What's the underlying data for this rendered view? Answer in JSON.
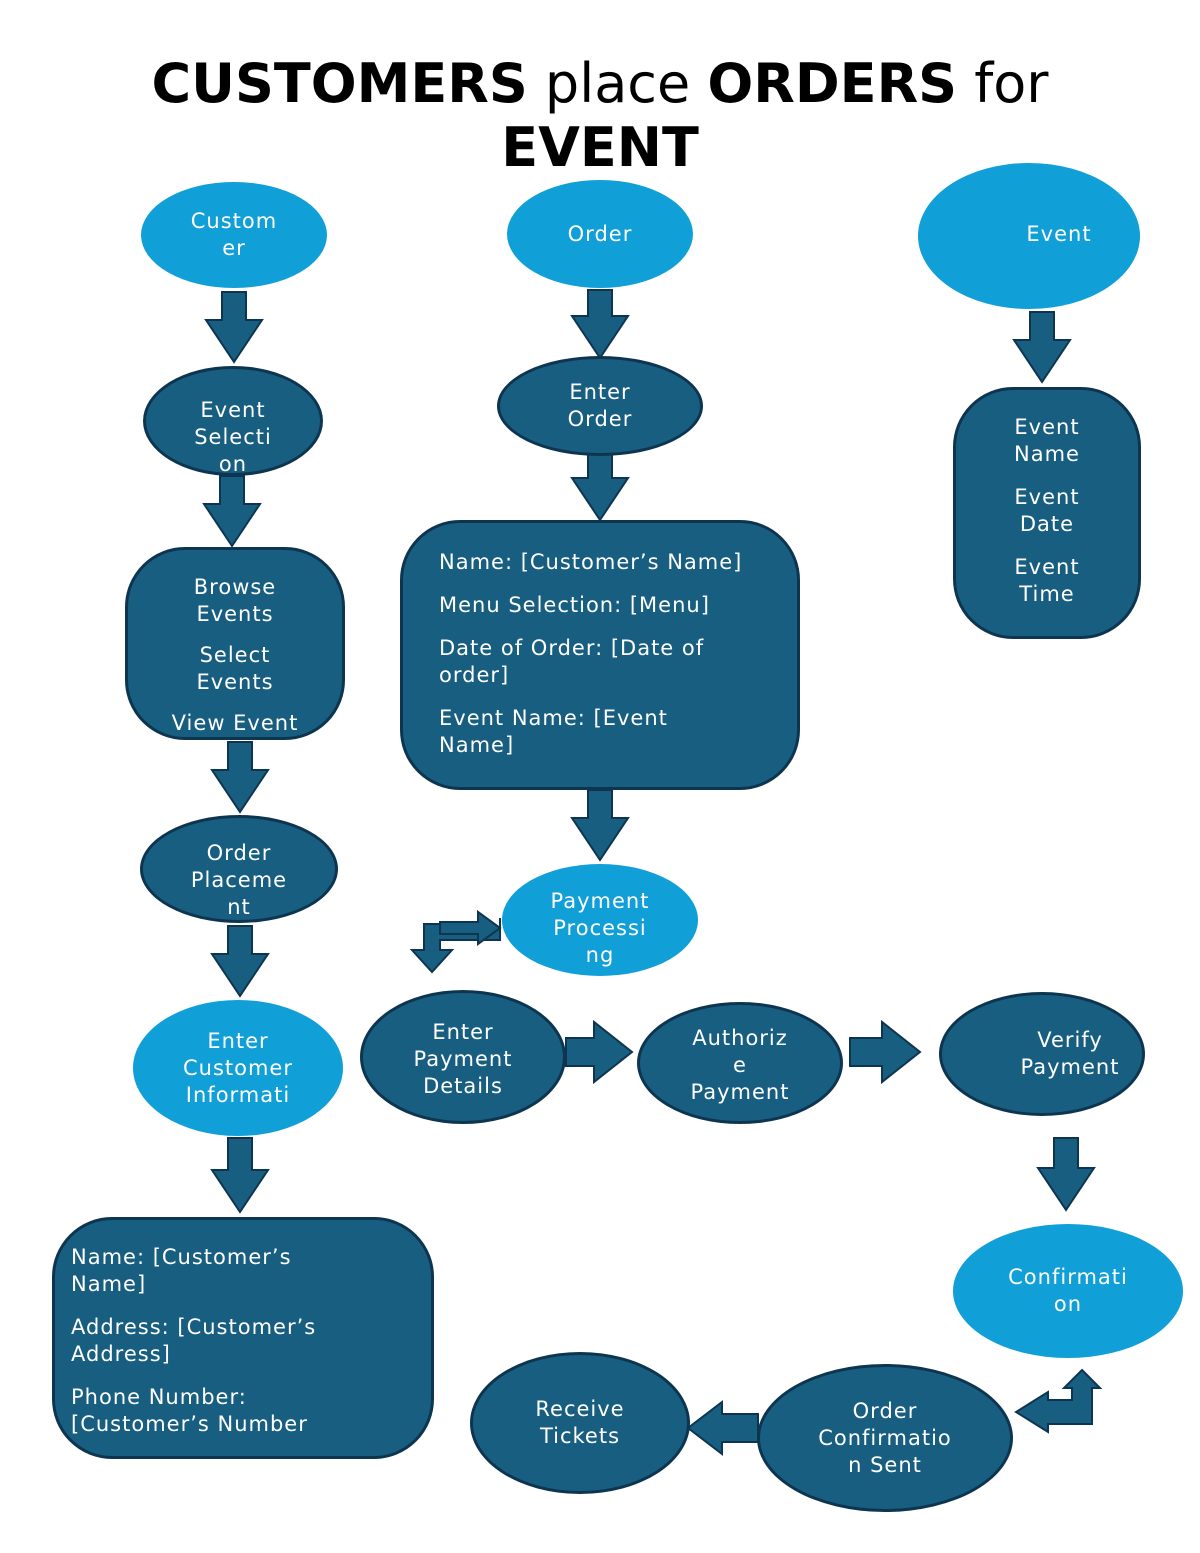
{
  "title": {
    "w1": "CUSTOMERS",
    "w2": " place ",
    "w3": "ORDERS",
    "w4": " for",
    "w5": "EVENT"
  },
  "nodes": {
    "customer": [
      "Custom",
      "er"
    ],
    "event_selection": [
      "Event",
      "Selecti",
      "on"
    ],
    "browse_box": [
      [
        "Browse",
        "Events"
      ],
      [
        "Select",
        "Events"
      ],
      [
        "View Event"
      ]
    ],
    "order_placement": [
      "Order",
      "Placeme",
      "nt"
    ],
    "enter_customer_info": [
      "Enter",
      "Customer",
      "Informati"
    ],
    "customer_info_box": [
      [
        "Name: [Customer’s",
        "Name]"
      ],
      [
        "Address: [Customer’s",
        "Address]"
      ],
      [
        "Phone Number:",
        "[Customer’s Number"
      ]
    ],
    "order": [
      "Order"
    ],
    "enter_order": [
      "Enter",
      "Order"
    ],
    "order_box": [
      [
        "Name: [Customer’s Name]"
      ],
      [
        "Menu Selection: [Menu]"
      ],
      [
        "Date of Order: [Date of",
        "order]"
      ],
      [
        "Event Name: [Event",
        "Name]"
      ]
    ],
    "payment_processing": [
      "Payment",
      "Processi",
      "ng"
    ],
    "enter_payment_details": [
      "Enter",
      "Payment",
      "Details"
    ],
    "authorize_payment": [
      "Authoriz",
      "e",
      "Payment"
    ],
    "verify_payment": [
      "Verify",
      "Payment"
    ],
    "confirmation": [
      "Confirmati",
      "on"
    ],
    "order_confirmation_sent": [
      "Order",
      "Confirmatio",
      "n Sent"
    ],
    "receive_tickets": [
      "Receive",
      "Tickets"
    ],
    "event": [
      "Event"
    ],
    "event_box": [
      [
        "Event",
        "Name"
      ],
      [
        "Event",
        "Date"
      ],
      [
        "Event",
        "Time"
      ]
    ]
  },
  "colors": {
    "dark_fill": "#175e80",
    "light_fill": "#119fd8",
    "outline": "#0e3550",
    "arrow": "#175e80"
  }
}
